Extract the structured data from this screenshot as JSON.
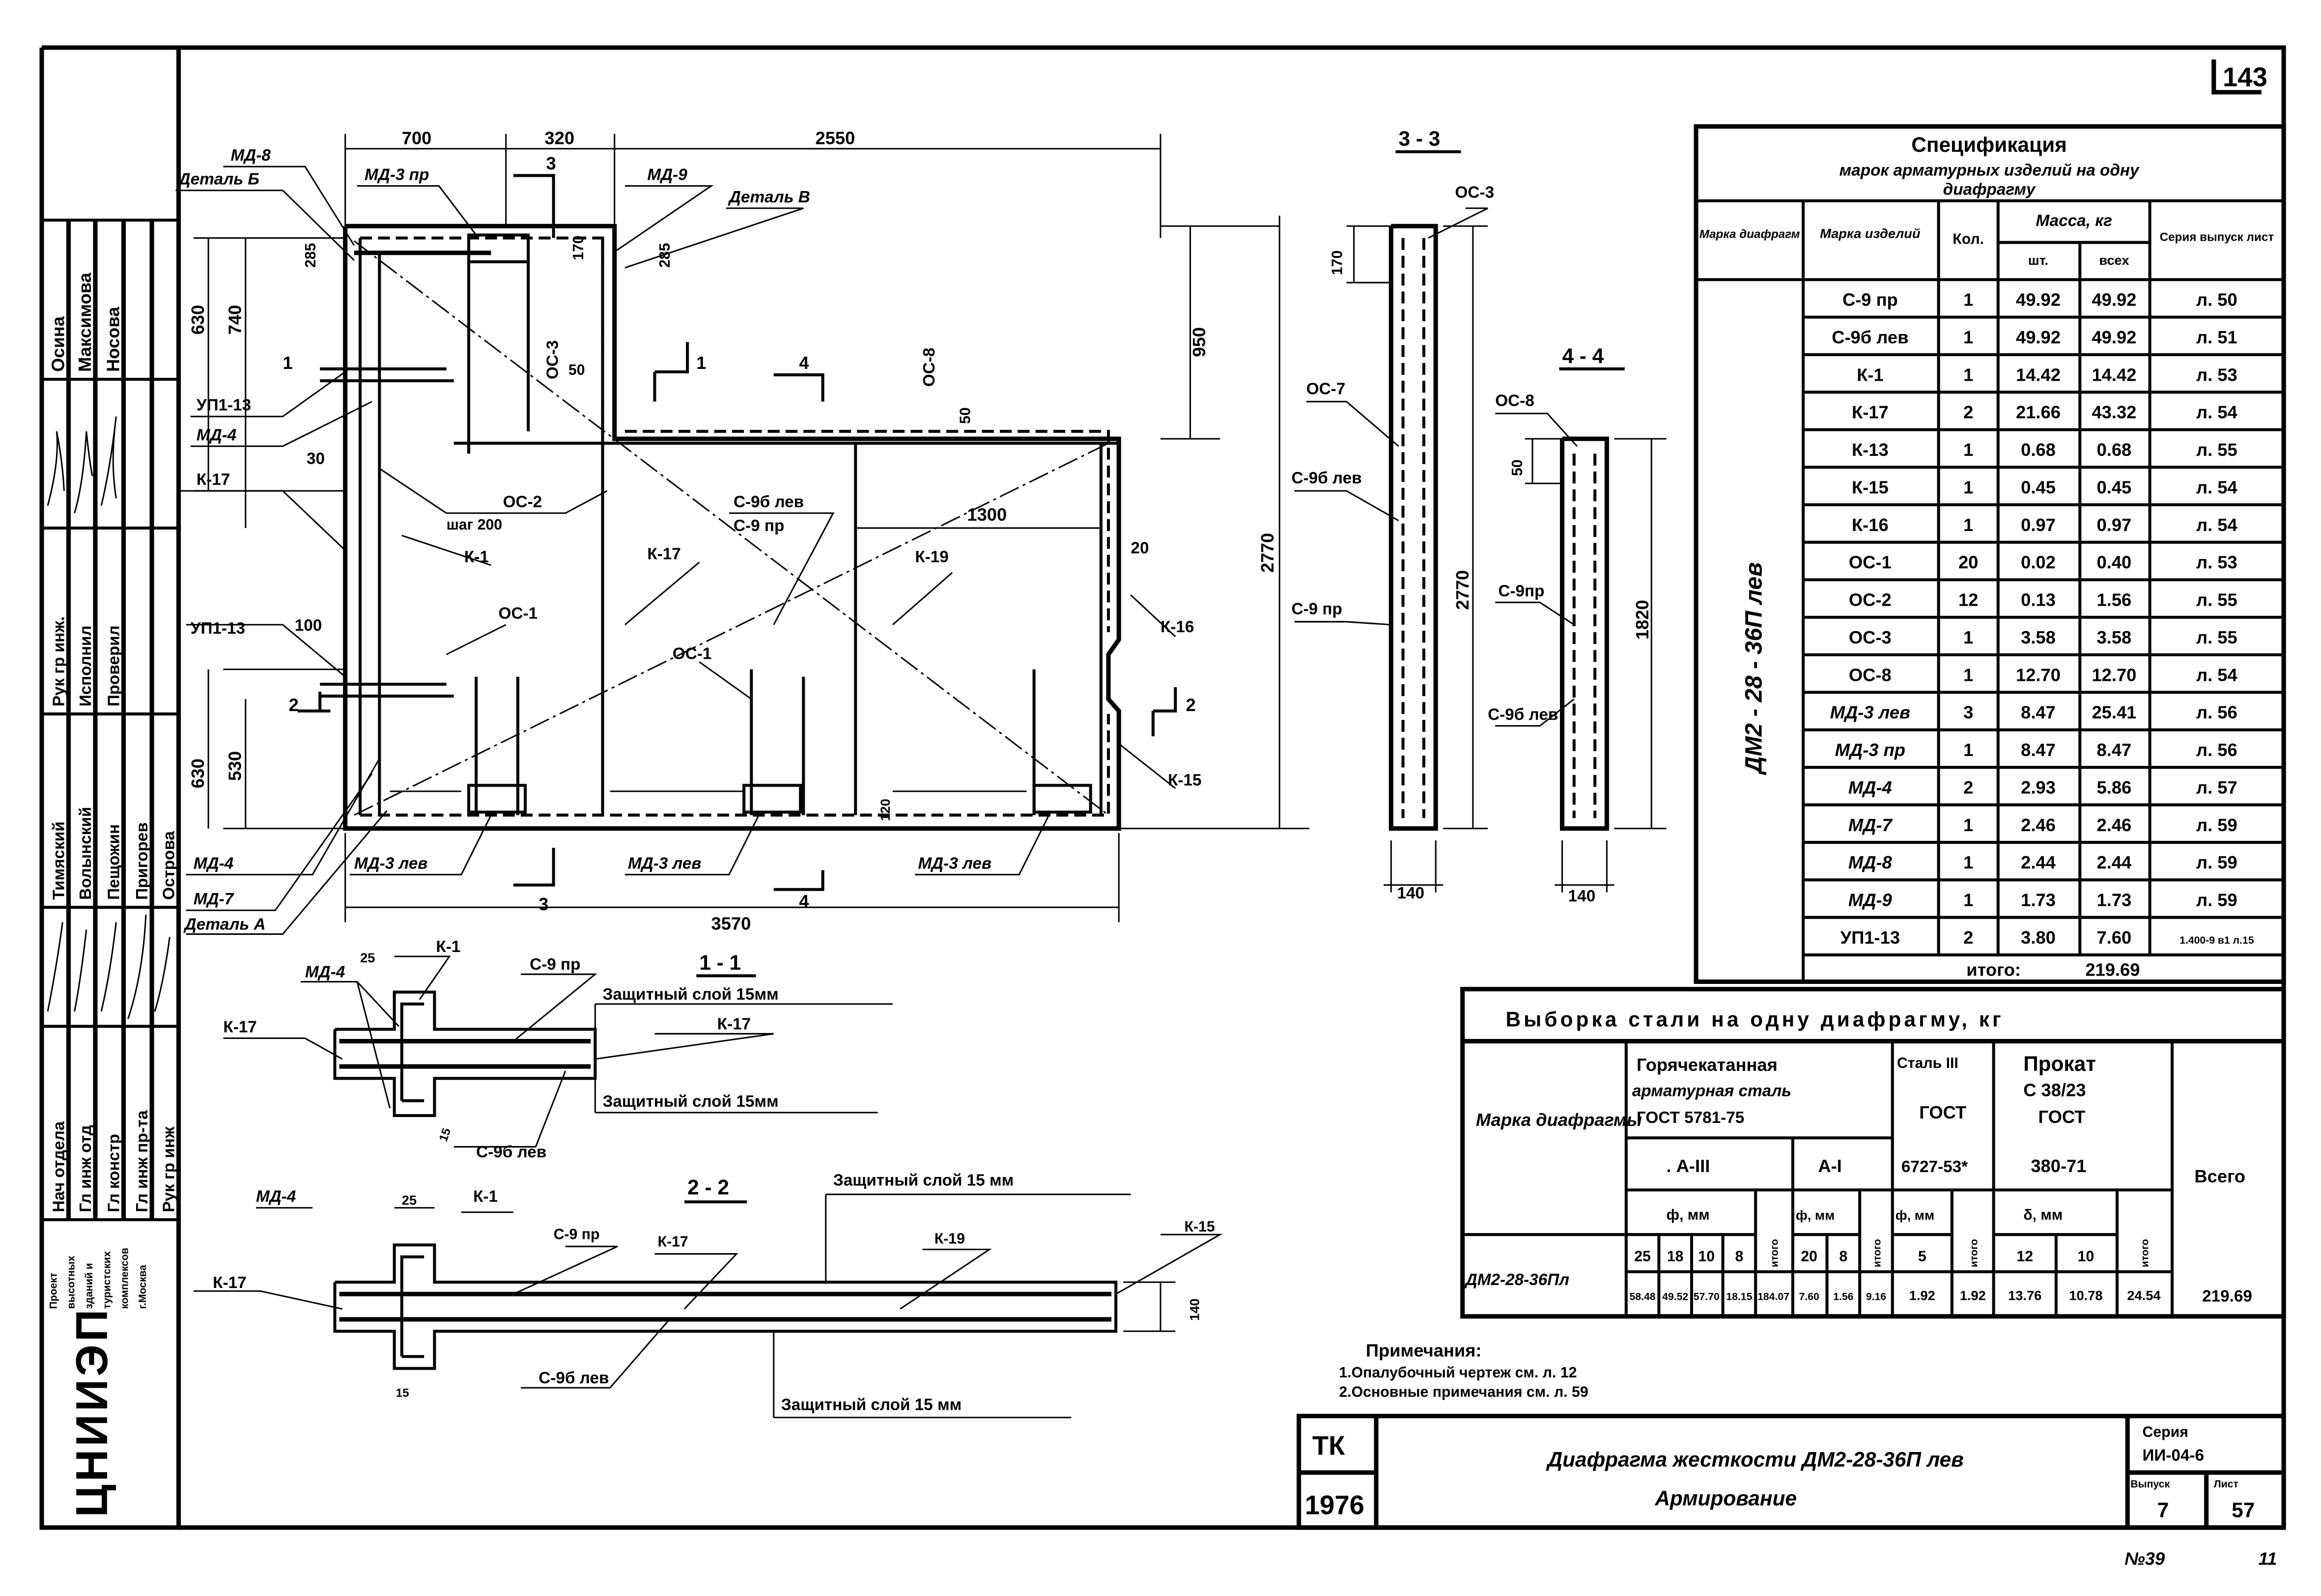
{
  "sheet_number_top": "143",
  "stamp": {
    "top_names": [
      "Осина",
      "Максимова",
      "Носова"
    ],
    "top_roles": [
      "Рук гр инж.",
      "Исполнил",
      "Проверил"
    ],
    "lower_names": [
      "Тимяский",
      "Волынский",
      "Пещожин",
      "Пригорев",
      "Острова"
    ],
    "lower_roles": [
      "Нач отдела",
      "Гл инж отд",
      "Гл констр",
      "Гл инж пр-та",
      "Рук гр инж"
    ],
    "institute_lines": [
      "Проект",
      "высотных",
      "зданий и",
      "туристских",
      "комплексов",
      "г.Москва"
    ],
    "logo": "ЦНИИЭП"
  },
  "plan": {
    "dims_top": [
      "700",
      "320",
      "2550"
    ],
    "dims_left": [
      "630",
      "740",
      "285",
      "630",
      "530"
    ],
    "dims_misc": [
      "285",
      "170",
      "50",
      "50",
      "950",
      "2770",
      "1300",
      "20",
      "30",
      "100",
      "120",
      "3570"
    ],
    "section_marks": [
      "3",
      "3",
      "1",
      "1",
      "4",
      "4",
      "2",
      "2"
    ],
    "labels": {
      "md8": "МД-8",
      "detail_b": "Деталь Б",
      "md3pr": "МД-3 пр",
      "md9": "МД-9",
      "detail_v": "Деталь В",
      "up1_13_a": "УП1-13",
      "md4_a": "МД-4",
      "k17_a": "К-17",
      "os2": "ОС-2",
      "step": "шаг 200",
      "k1": "К-1",
      "k17_b": "К-17",
      "c9b_lev": "С-9б лев",
      "c9_pr": "С-9 пр",
      "k19": "К-19",
      "os1_a": "ОС-1",
      "up1_13_b": "УП1-13",
      "k16": "К-16",
      "os1_b": "ОС-1",
      "k15": "К-15",
      "md4_b": "МД-4",
      "md3lev_a": "МД-3 лев",
      "md3lev_b": "МД-3 лев",
      "md3lev_c": "МД-3 лев",
      "md7": "МД-7",
      "detail_a": "Деталь А",
      "os3": "ОС-3",
      "os8": "ОС-8"
    }
  },
  "section_3_3": {
    "title": "3 - 3",
    "labels": [
      "ОС-3",
      "170",
      "ОС-7",
      "С-9б лев",
      "2770",
      "С-9 пр",
      "140"
    ]
  },
  "section_4_4": {
    "title": "4 - 4",
    "labels": [
      "ОС-8",
      "50",
      "С-9пр",
      "1820",
      "С-9б лев",
      "140"
    ]
  },
  "section_1_1": {
    "title": "1 - 1",
    "labels": [
      "МД-4",
      "25",
      "К-1",
      "С-9 пр",
      "Защитный слой 15мм",
      "К-17",
      "К-17",
      "Защитный слой 15мм",
      "15",
      "С-9б лев"
    ]
  },
  "section_2_2": {
    "title": "2 - 2",
    "labels": [
      "МД-4",
      "25",
      "К-1",
      "Защитный слой 15 мм",
      "С-9 пр",
      "К-17",
      "К-19",
      "К-15",
      "К-17",
      "140",
      "15",
      "С-9б лев",
      "Защитный слой 15 мм"
    ]
  },
  "spec_table": {
    "title": [
      "Спецификация",
      "марок арматурных изделий на одну",
      "диафрагму"
    ],
    "headers": {
      "diaphragm": "Марка диафрагм",
      "item": "Марка изделий",
      "qty": "Кол.",
      "mass": "Масса, кг",
      "per_unit": "шт.",
      "total": "всех",
      "series": "Серия выпуск лист"
    },
    "diaphragm_mark": "ДМ2 - 28 - 36П лев",
    "rows": [
      [
        "С-9 пр",
        "1",
        "49.92",
        "49.92",
        "л. 50"
      ],
      [
        "С-9б лев",
        "1",
        "49.92",
        "49.92",
        "л. 51"
      ],
      [
        "К-1",
        "1",
        "14.42",
        "14.42",
        "л. 53"
      ],
      [
        "К-17",
        "2",
        "21.66",
        "43.32",
        "л. 54"
      ],
      [
        "К-13",
        "1",
        "0.68",
        "0.68",
        "л. 55"
      ],
      [
        "К-15",
        "1",
        "0.45",
        "0.45",
        "л. 54"
      ],
      [
        "К-16",
        "1",
        "0.97",
        "0.97",
        "л. 54"
      ],
      [
        "ОС-1",
        "20",
        "0.02",
        "0.40",
        "л. 53"
      ],
      [
        "ОС-2",
        "12",
        "0.13",
        "1.56",
        "л. 55"
      ],
      [
        "ОС-3",
        "1",
        "3.58",
        "3.58",
        "л. 55"
      ],
      [
        "ОС-8",
        "1",
        "12.70",
        "12.70",
        "л. 54"
      ],
      [
        "МД-3 лев",
        "3",
        "8.47",
        "25.41",
        "л. 56"
      ],
      [
        "МД-3 пр",
        "1",
        "8.47",
        "8.47",
        "л. 56"
      ],
      [
        "МД-4",
        "2",
        "2.93",
        "5.86",
        "л. 57"
      ],
      [
        "МД-7",
        "1",
        "2.46",
        "2.46",
        "л. 59"
      ],
      [
        "МД-8",
        "1",
        "2.44",
        "2.44",
        "л. 59"
      ],
      [
        "МД-9",
        "1",
        "1.73",
        "1.73",
        "л. 59"
      ],
      [
        "УП1-13",
        "2",
        "3.80",
        "7.60",
        "1.400-9 в1 л.15"
      ]
    ],
    "total_label": "итого:",
    "total_value": "219.69"
  },
  "steel_table": {
    "title": "Выборка стали на одну диафрагму, кг",
    "mark_header": "Марка диафрагмы",
    "hot_rolled": [
      "Горячекатанная",
      "арматурная сталь",
      "ГОСТ 5781-75"
    ],
    "class_a3": ". А-III",
    "class_a1": "А-I",
    "steel3": [
      "Сталь III",
      "ГОСТ",
      "6727-53*"
    ],
    "rolled": [
      "Прокат",
      "С 38/23",
      "ГОСТ",
      "380-71"
    ],
    "total_header": "Всего",
    "phi_mm": "ф, мм",
    "delta_mm": "δ, мм",
    "itogo": "итого",
    "diam_a3": [
      "25",
      "18",
      "10",
      "8"
    ],
    "diam_a1": [
      "20",
      "8"
    ],
    "diam_s3": [
      "5"
    ],
    "thick_rolled": [
      "12",
      "10"
    ],
    "row_mark": "ДМ2-28-36Пл",
    "values_a3": [
      "58.48",
      "49.52",
      "57.70",
      "18.15",
      "184.07"
    ],
    "values_a1": [
      "7.60",
      "1.56",
      "9.16"
    ],
    "values_s3": [
      "1.92",
      "1.92"
    ],
    "values_rolled": [
      "13.76",
      "10.78",
      "24.54"
    ],
    "grand_total": "219.69"
  },
  "notes": {
    "title": "Примечания:",
    "items": [
      "1.Опалубочный чертеж см. л. 12",
      "2.Основные примечания см. л. 59"
    ]
  },
  "title_block": {
    "tk": "ТК",
    "year": "1976",
    "title_line1": "Диафрагма жесткости ДМ2-28-36П лев",
    "title_line2": "Армирование",
    "series_label": "Серия",
    "series_value": "ИИ-04-6",
    "issue_label": "Выпуск",
    "issue_value": "7",
    "sheet_label": "Лист",
    "sheet_value": "57"
  },
  "footer": {
    "number": "№39",
    "page": "11"
  }
}
